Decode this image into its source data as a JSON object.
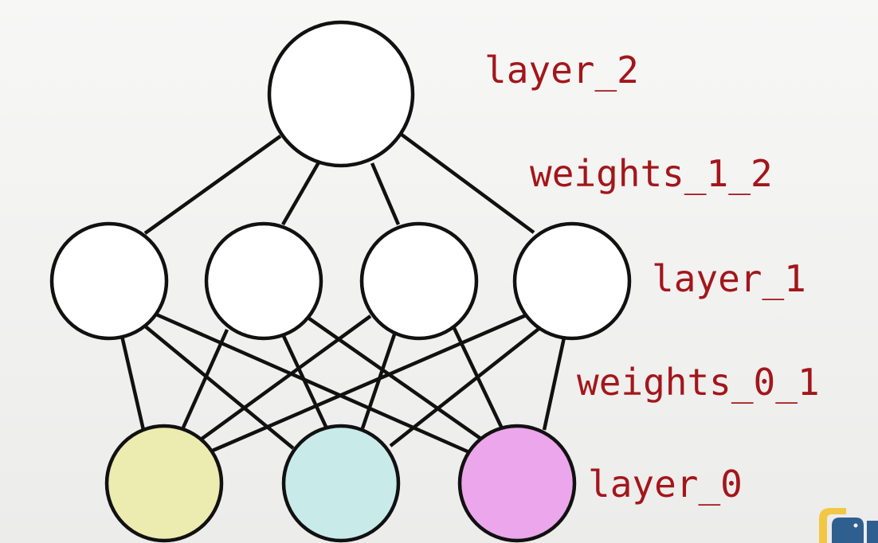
{
  "labels": {
    "layer_2": "layer_2",
    "weights_1_2": "weights_1_2",
    "layer_1": "layer_1",
    "weights_0_1": "weights_0_1",
    "layer_0": "layer_0"
  },
  "colors": {
    "label_text": "#a3161b",
    "hidden_node_fill": "#ffffff",
    "input_node_fills": [
      "#ecebb0",
      "#c8ebea",
      "#eca6eb"
    ],
    "outline": "#111111",
    "background": "#f3f3f2"
  },
  "network": {
    "layer_0_nodes": 3,
    "layer_1_nodes": 4,
    "layer_2_nodes": 1
  },
  "logo": {
    "icon": "python-logo-icon"
  }
}
